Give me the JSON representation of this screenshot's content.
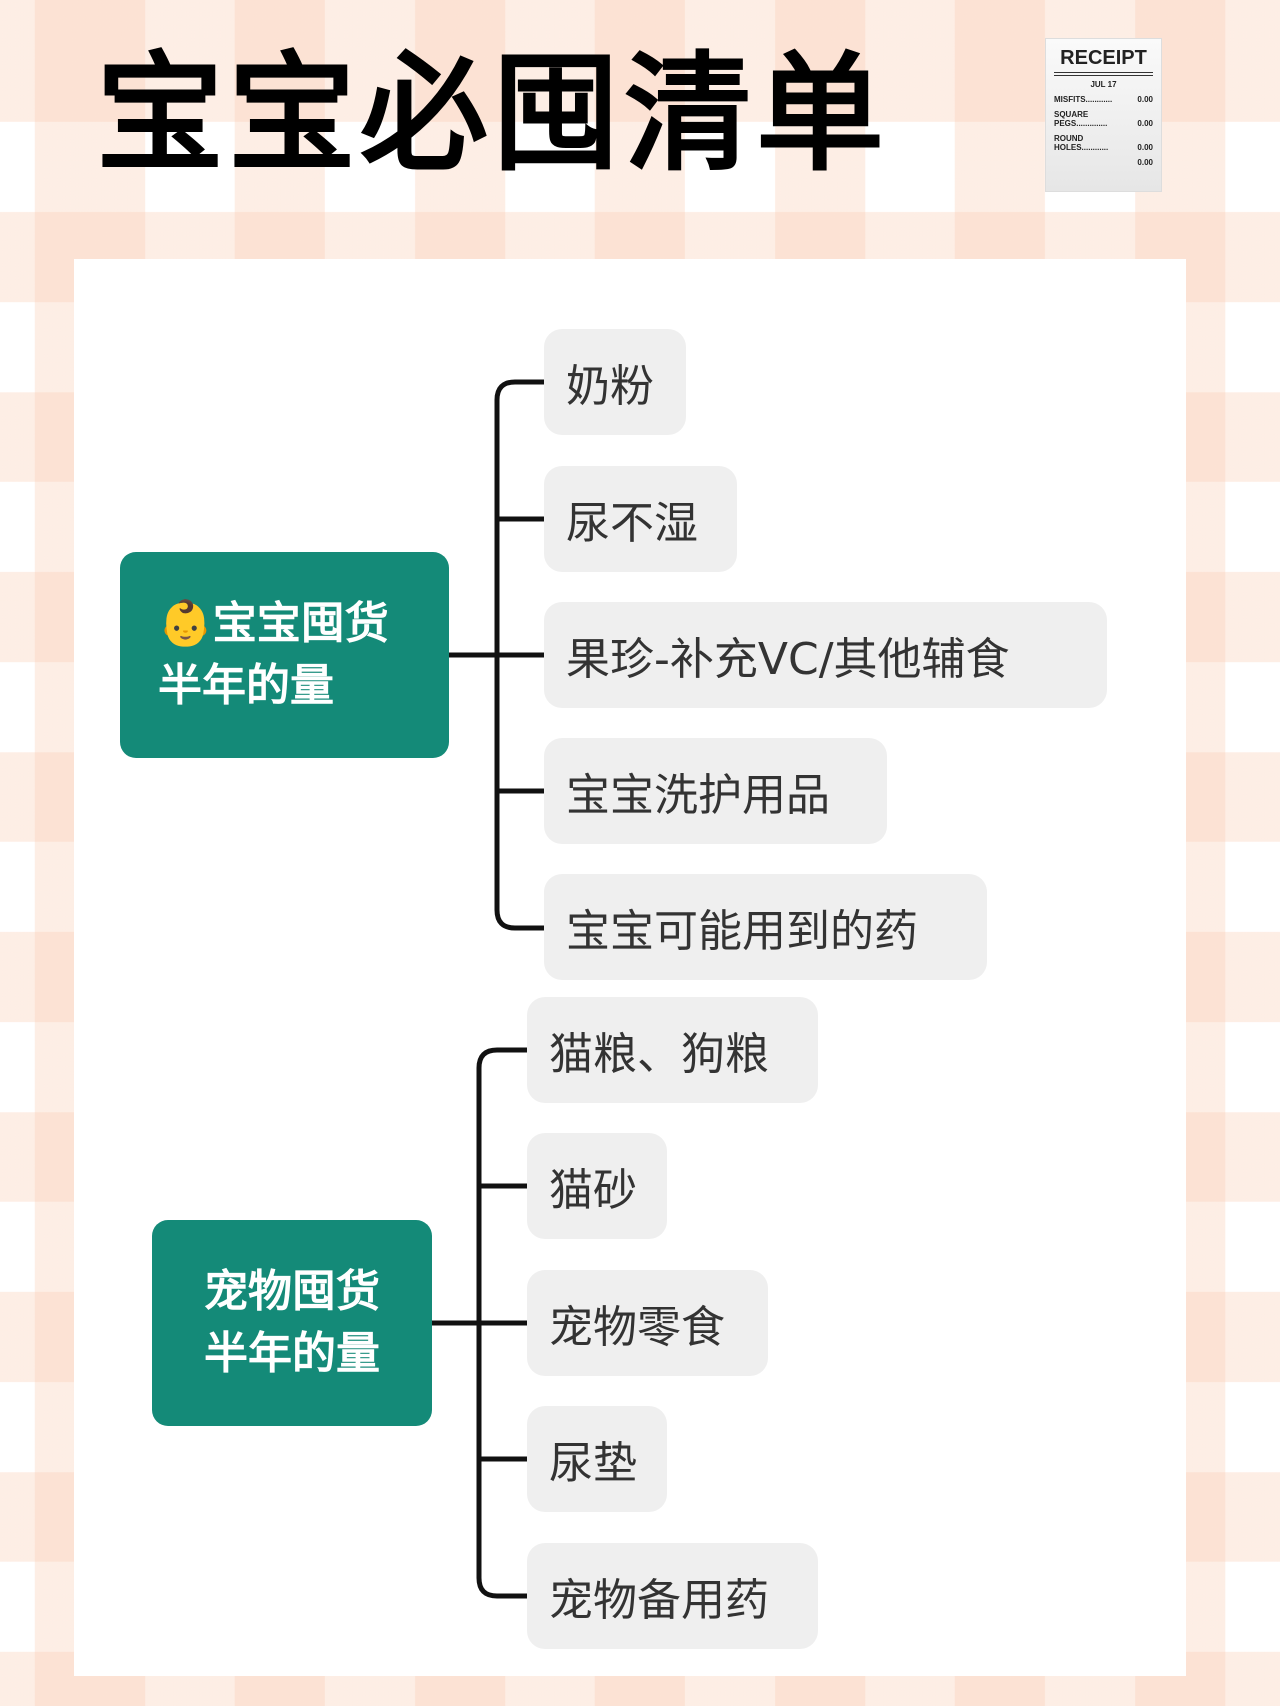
{
  "title": "宝宝必囤清单",
  "receipt": {
    "heading": "RECEIPT",
    "date": "JUL 17",
    "rows": [
      {
        "label": "MISFITS............",
        "value": "0.00"
      },
      {
        "label": "SQUARE PEGS..............",
        "value": "0.00"
      },
      {
        "label": "ROUND HOLES............",
        "value": "0.00"
      },
      {
        "label": "",
        "value": "0.00"
      }
    ]
  },
  "groups": [
    {
      "line1": "👶宝宝囤货",
      "line2": "半年的量",
      "items": [
        "奶粉",
        "尿不湿",
        "果珍-补充VC/其他辅食",
        "宝宝洗护用品",
        "宝宝可能用到的药"
      ]
    },
    {
      "line1": "宠物囤货",
      "line2": "半年的量",
      "items": [
        "猫粮、狗粮",
        "猫砂",
        "宠物零食",
        "尿垫",
        "宠物备用药"
      ]
    }
  ],
  "colors": {
    "root": "#148a78",
    "node": "#efefef"
  }
}
